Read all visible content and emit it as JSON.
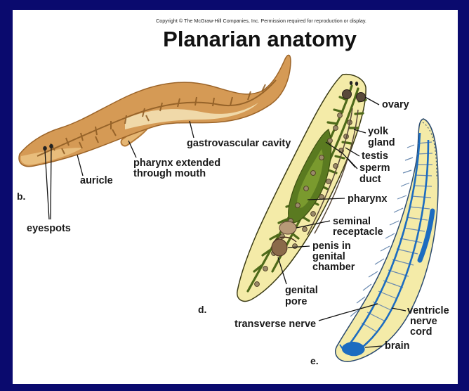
{
  "copyright": "Copyright © The McGraw-Hill Companies, Inc. Permission required for reproduction or display.",
  "title": "Planarian anatomy",
  "panels": {
    "b": "b.",
    "d": "d.",
    "e": "e."
  },
  "labels": {
    "eyespots": "eyespots",
    "auricle": "auricle",
    "pharynx_extended_1": "pharynx extended",
    "pharynx_extended_2": "through mouth",
    "gastrovascular_cavity": "gastrovascular cavity",
    "ovary": "ovary",
    "yolk_1": "yolk",
    "yolk_2": "gland",
    "testis": "testis",
    "sperm_1": "sperm",
    "sperm_2": "duct",
    "pharynx": "pharynx",
    "seminal_1": "seminal",
    "seminal_2": "receptacle",
    "penis_1": "penis in",
    "penis_2": "genital",
    "penis_3": "chamber",
    "genital_1": "genital",
    "genital_2": "pore",
    "transverse_nerve": "transverse nerve",
    "ventricle_1": "ventricle",
    "ventricle_2": "nerve",
    "ventricle_3": "cord",
    "brain": "brain"
  },
  "colors": {
    "background": "#0a0a6e",
    "body_tan": "#d9a25a",
    "body_cream": "#f4eba8",
    "gut_green": "#4e6a1a",
    "nerve_blue": "#1c6cc0"
  }
}
